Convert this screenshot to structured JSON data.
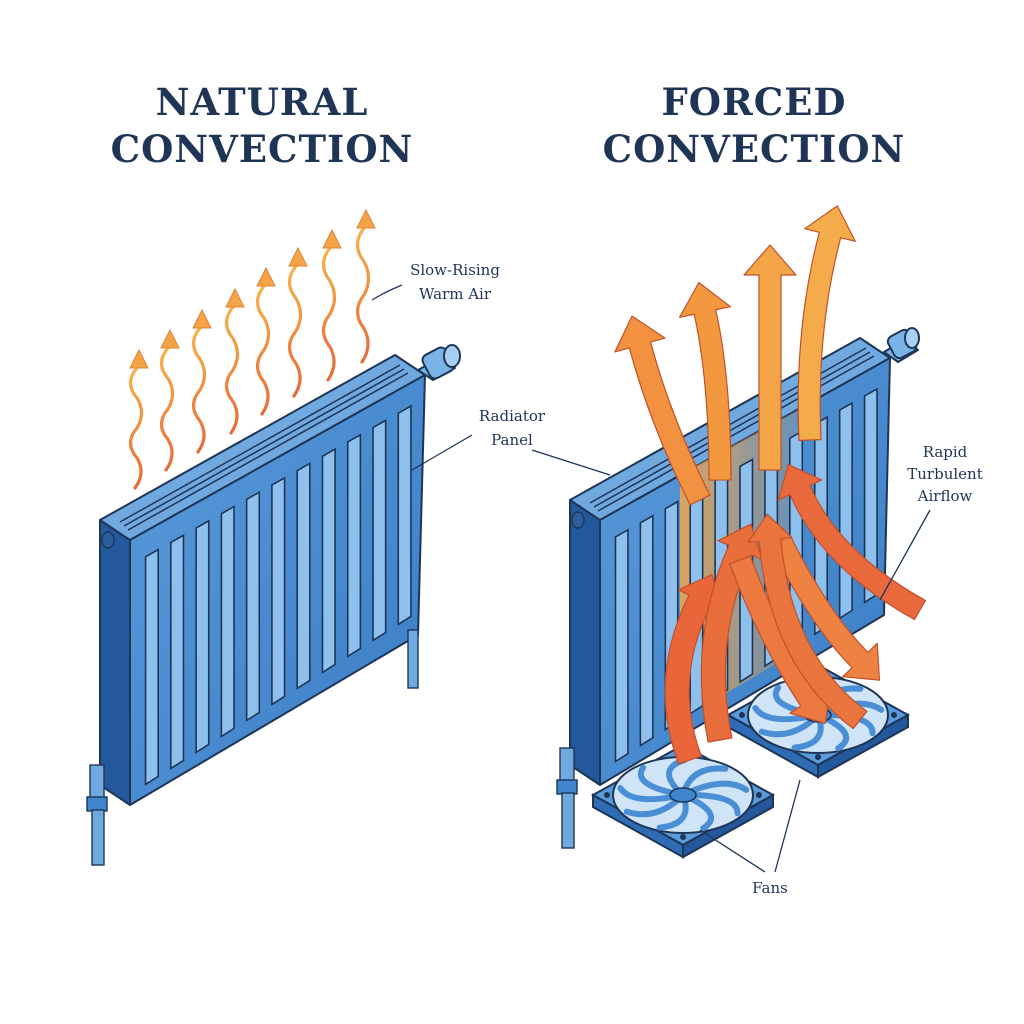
{
  "titles": {
    "natural": [
      "NATURAL",
      "CONVECTION"
    ],
    "forced": [
      "FORCED",
      "CONVECTION"
    ]
  },
  "labels": {
    "slow_rising": [
      "Slow-Rising",
      "Warm Air"
    ],
    "radiator_panel": [
      "Radiator",
      "Panel"
    ],
    "rapid_turbulent": [
      "Rapid",
      "Turbulent",
      "Airflow"
    ],
    "fans": "Fans"
  },
  "colors": {
    "title": "#1f3556",
    "radiator_blue": "#3f86cf",
    "radiator_light": "#7ab4e6",
    "radiator_dark": "#23589c",
    "warm_orange": "#f0a040",
    "hot_orange": "#e8693a",
    "outline": "#1f3556"
  }
}
